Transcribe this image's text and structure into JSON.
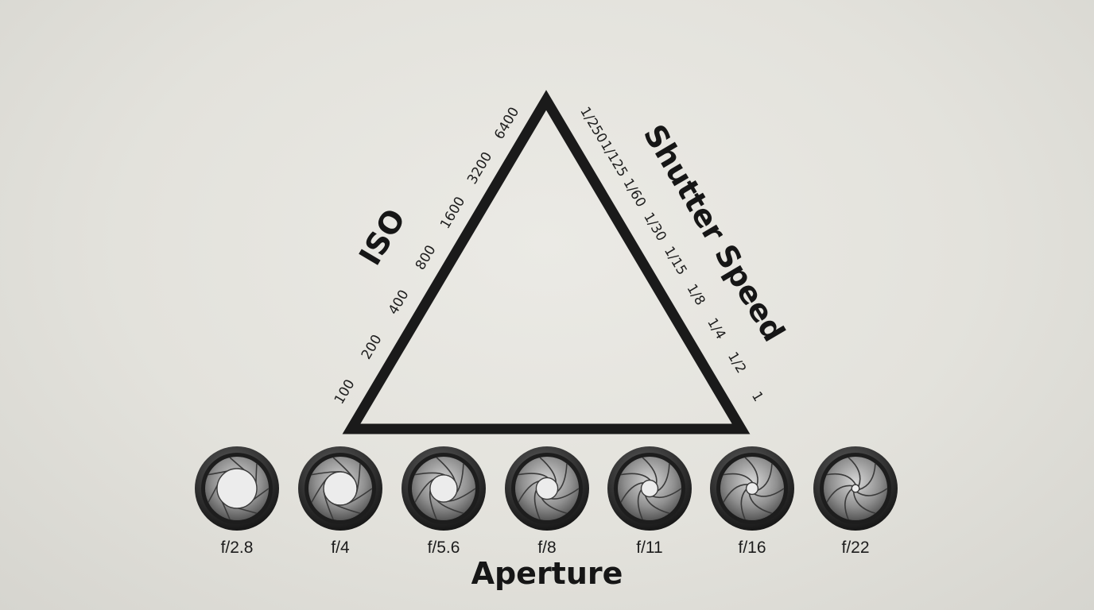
{
  "iso": {
    "title": "ISO",
    "values": [
      "100",
      "200",
      "400",
      "800",
      "1600",
      "3200",
      "6400"
    ]
  },
  "shutter": {
    "title": "Shutter Speed",
    "values": [
      "1/250",
      "1/125",
      "1/60",
      "1/30",
      "1/15",
      "1/8",
      "1/4",
      "1/2",
      "1"
    ]
  },
  "aperture": {
    "title": "Aperture",
    "stops": [
      {
        "label": "f/2.8",
        "opening": 1.0
      },
      {
        "label": "f/4",
        "opening": 0.82
      },
      {
        "label": "f/5.6",
        "opening": 0.64
      },
      {
        "label": "f/8",
        "opening": 0.48
      },
      {
        "label": "f/11",
        "opening": 0.34
      },
      {
        "label": "f/16",
        "opening": 0.2
      },
      {
        "label": "f/22",
        "opening": 0.08
      }
    ]
  },
  "colors": {
    "background": "#e4e3de",
    "ink": "#1c1c1c",
    "lens_ring": "#2c2c2c",
    "blade": "#8a8a8a"
  },
  "icons": {
    "triangle": "exposure-triangle",
    "aperture": "aperture-blades-icon"
  }
}
